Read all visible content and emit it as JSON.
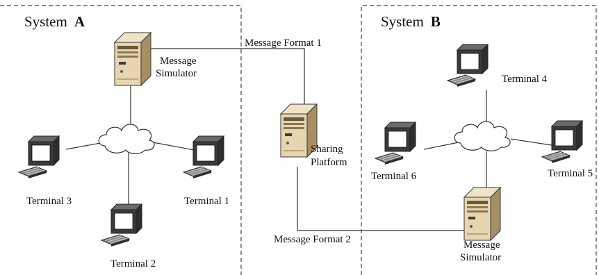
{
  "systems": {
    "a": {
      "prefix": "System",
      "letter": "A"
    },
    "b": {
      "prefix": "System",
      "letter": "B"
    }
  },
  "flows": {
    "format1": "Message Format 1",
    "format2": "Message Format 2"
  },
  "servers": {
    "sim_a": [
      "Message",
      "Simulator"
    ],
    "platform": [
      "Sharing",
      "Platform"
    ],
    "sim_b": [
      "Message",
      "Simulator"
    ]
  },
  "terminals": {
    "t1": "Terminal 1",
    "t2": "Terminal 2",
    "t3": "Terminal 3",
    "t4": "Terminal 4",
    "t5": "Terminal 5",
    "t6": "Terminal 6"
  },
  "colors": {
    "server_body": "#d9c7a0",
    "server_front": "#f3ead2",
    "monitor_frame": "#3a3a3a",
    "monitor_screen": "#ffffff",
    "cloud_fill": "#ffffff"
  },
  "icons": {
    "server": "server-tower-icon",
    "terminal": "desktop-computer-icon",
    "network": "network-cloud-icon"
  }
}
